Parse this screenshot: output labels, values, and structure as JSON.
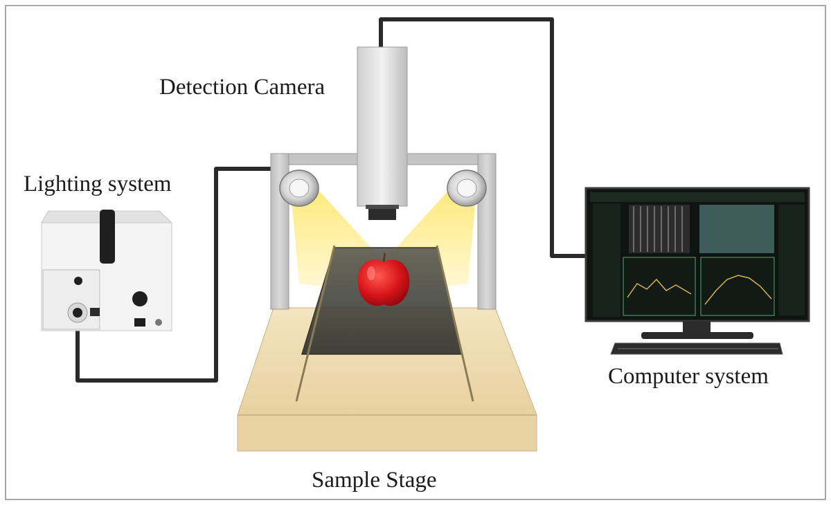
{
  "labels": {
    "camera": "Detection Camera",
    "lighting": "Lighting system",
    "computer": "Computer system",
    "stage": "Sample Stage"
  },
  "colors": {
    "frame_border": "#a7a7a7",
    "cable": "#2a2a2a",
    "gantry": "#c8c8c8",
    "camera_body": "#e6e6e6",
    "light_beam": "#ffe45c",
    "stage_top": "#efdcb2",
    "stage_front": "#e6cfa0",
    "tray": "#4a4a44",
    "apple": "#d8141a",
    "monitor_bg": "#0f1412",
    "monitor_accent": "#4fae6a",
    "light_box": "#f4f4f4"
  },
  "icons": {
    "camera": "camera-icon",
    "lamp_left": "lamp-icon",
    "lamp_right": "lamp-icon",
    "apple": "apple-icon",
    "monitor": "monitor-icon",
    "keyboard": "keyboard-icon",
    "light_source": "light-source-icon"
  }
}
